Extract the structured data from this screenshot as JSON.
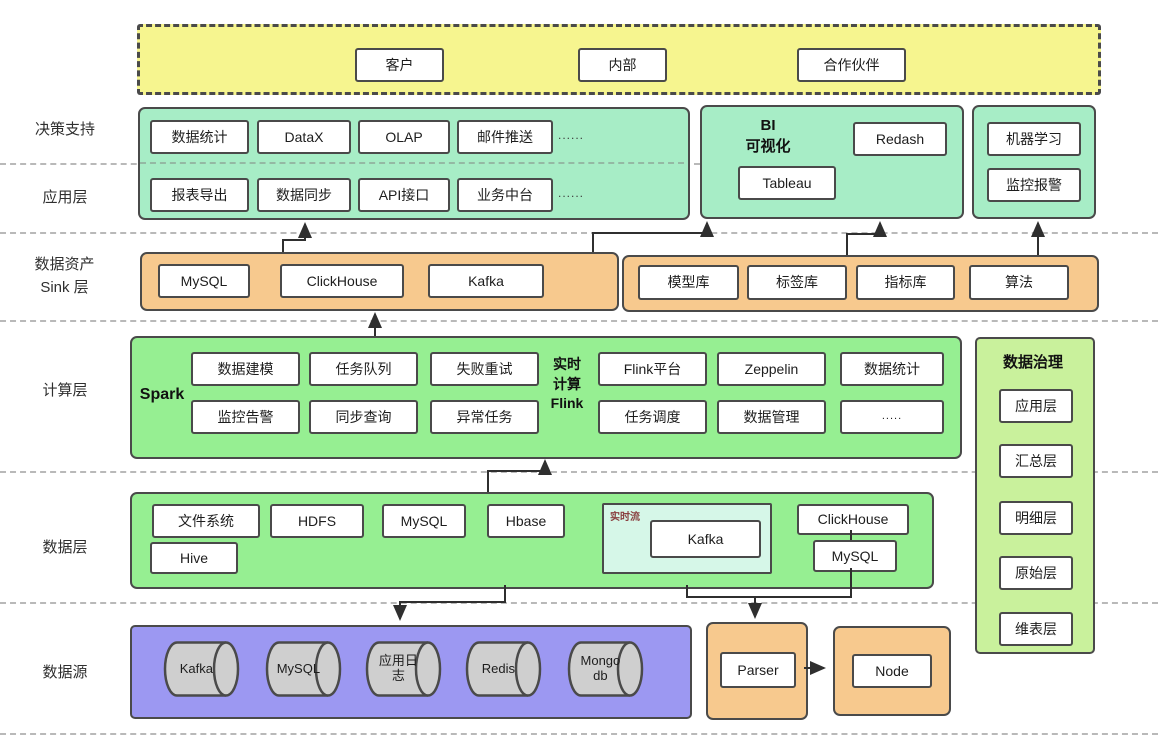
{
  "colors": {
    "consumer_band": "#f6f58f",
    "application": "#a7edc6",
    "sink": "#f7c98e",
    "compute_data": "#96ef92",
    "governance": "#c9f19c",
    "source": "#9c98f2",
    "realtime_sub": "#d6f7e8",
    "cylinder": "#cfcfcf"
  },
  "rail": {
    "decision": "决策支持",
    "app": "应用层",
    "sink": "数据资产\nSink 层",
    "compute": "计算层",
    "data": "数据层",
    "source": "数据源"
  },
  "consumers": {
    "items": [
      "客户",
      "内部",
      "合作伙伴"
    ]
  },
  "app": {
    "row1": [
      "数据统计",
      "DataX",
      "OLAP",
      "邮件推送"
    ],
    "row1_more": "......",
    "row2": [
      "报表导出",
      "数据同步",
      "API接口",
      "业务中台"
    ],
    "row2_more": "......"
  },
  "bi": {
    "title": "BI\n可视化",
    "redash": "Redash",
    "tableau": "Tableau"
  },
  "ml": {
    "items": [
      "机器学习",
      "监控报警"
    ]
  },
  "sink": {
    "box1": [
      "MySQL",
      "ClickHouse",
      "Kafka"
    ],
    "box2": [
      "模型库",
      "标签库",
      "指标库",
      "算法"
    ]
  },
  "compute": {
    "spark": "Spark",
    "flink": "实时\n计算\nFlink",
    "spark_row1": [
      "数据建模",
      "任务队列",
      "失败重试"
    ],
    "spark_row2": [
      "监控告警",
      "同步查询",
      "异常任务"
    ],
    "flink_row1": [
      "Flink平台",
      "Zeppelin",
      "数据统计"
    ],
    "flink_row2": [
      "任务调度",
      "数据管理",
      "....."
    ]
  },
  "governance": {
    "title": "数据治理",
    "items": [
      "应用层",
      "汇总层",
      "明细层",
      "原始层",
      "维表层"
    ]
  },
  "datalayer": {
    "row1": [
      "文件系统",
      "HDFS",
      "MySQL",
      "Hbase"
    ],
    "hive": "Hive",
    "realtime_label": "实时流",
    "realtime_item": "Kafka",
    "clickhouse": "ClickHouse",
    "mysql": "MySQL"
  },
  "datasource": {
    "cylinders": [
      "Kafka",
      "MySQL",
      "应用日\n志",
      "Redis",
      "Mongo\ndb"
    ]
  },
  "pipeline": {
    "parser": "Parser",
    "node": "Node"
  }
}
